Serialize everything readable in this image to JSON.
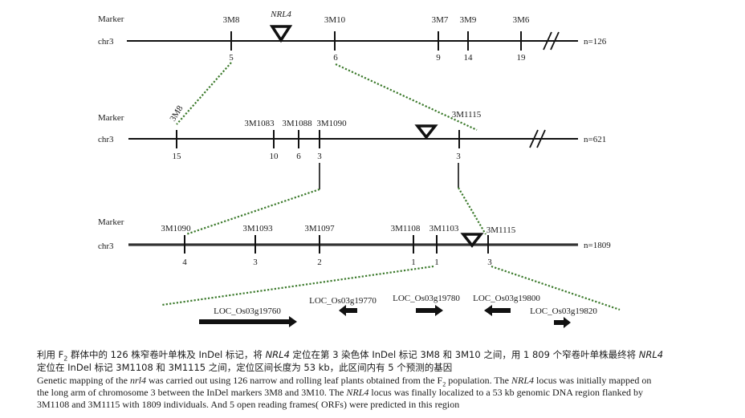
{
  "row1": {
    "marker_label": "Marker",
    "chr_label": "chr3",
    "markers": [
      "3M8",
      "3M10",
      "3M7",
      "3M9",
      "3M6"
    ],
    "counts": [
      "5",
      "6",
      "9",
      "14",
      "19"
    ],
    "gene_label": "NRL4",
    "n_label": "n=126"
  },
  "row2": {
    "marker_label": "Marker",
    "chr_label": "chr3",
    "markers": [
      "3M8",
      "3M1083",
      "3M1088",
      "3M1090",
      "3M1115"
    ],
    "counts": [
      "15",
      "10",
      "6",
      "3",
      "3"
    ],
    "n_label": "n=621"
  },
  "row3": {
    "marker_label": "Marker",
    "chr_label": "chr3",
    "markers": [
      "3M1090",
      "3M1093",
      "3M1097",
      "3M1108",
      "3M1103",
      "3M1115"
    ],
    "counts": [
      "4",
      "3",
      "2",
      "1",
      "1",
      "3"
    ],
    "n_label": "n=1809"
  },
  "genes": [
    "LOC_Os03g19760",
    "LOC_Os03g19770",
    "LOC_Os03g19780",
    "LOC_Os03g19800",
    "LOC_Os03g19820"
  ],
  "caption": {
    "zh_1": "利用 F",
    "zh_sub": "2",
    "zh_2": " 群体中的  126 株窄卷叶单株及 InDel 标记，将 ",
    "zh_em": "NRL4",
    "zh_3": " 定位在第 3 染色体  InDel  标记  3M8  和 3M10 之间，用 1 809 个窄卷叶单株最终将 ",
    "zh_em2": "NRL4",
    "zh_line2": "定位在 InDel  标记 3M1108 和 3M1115 之间，定位区间长度为  53 kb，此区间内有 5 个预测的基因",
    "en_1a": "Genetic mapping of the ",
    "en_1em": "nrl4",
    "en_1b": " was carried out using 126 narrow and rolling leaf plants obtained from the F",
    "en_1sub": "2",
    "en_1c": " population. The ",
    "en_1em2": "NRL4",
    "en_1d": " locus was initially mapped on",
    "en_2": "the long arm of chromosome 3 between the InDel markers 3M8 and 3M10. The ",
    "en_2em": "NRL4",
    "en_2b": " locus was finally localized to a 53 kb genomic DNA region flanked by",
    "en_3": "3M1108 and 3M1115 with 1809 individuals. And 5 open reading frames( ORFs) were predicted in this region"
  }
}
